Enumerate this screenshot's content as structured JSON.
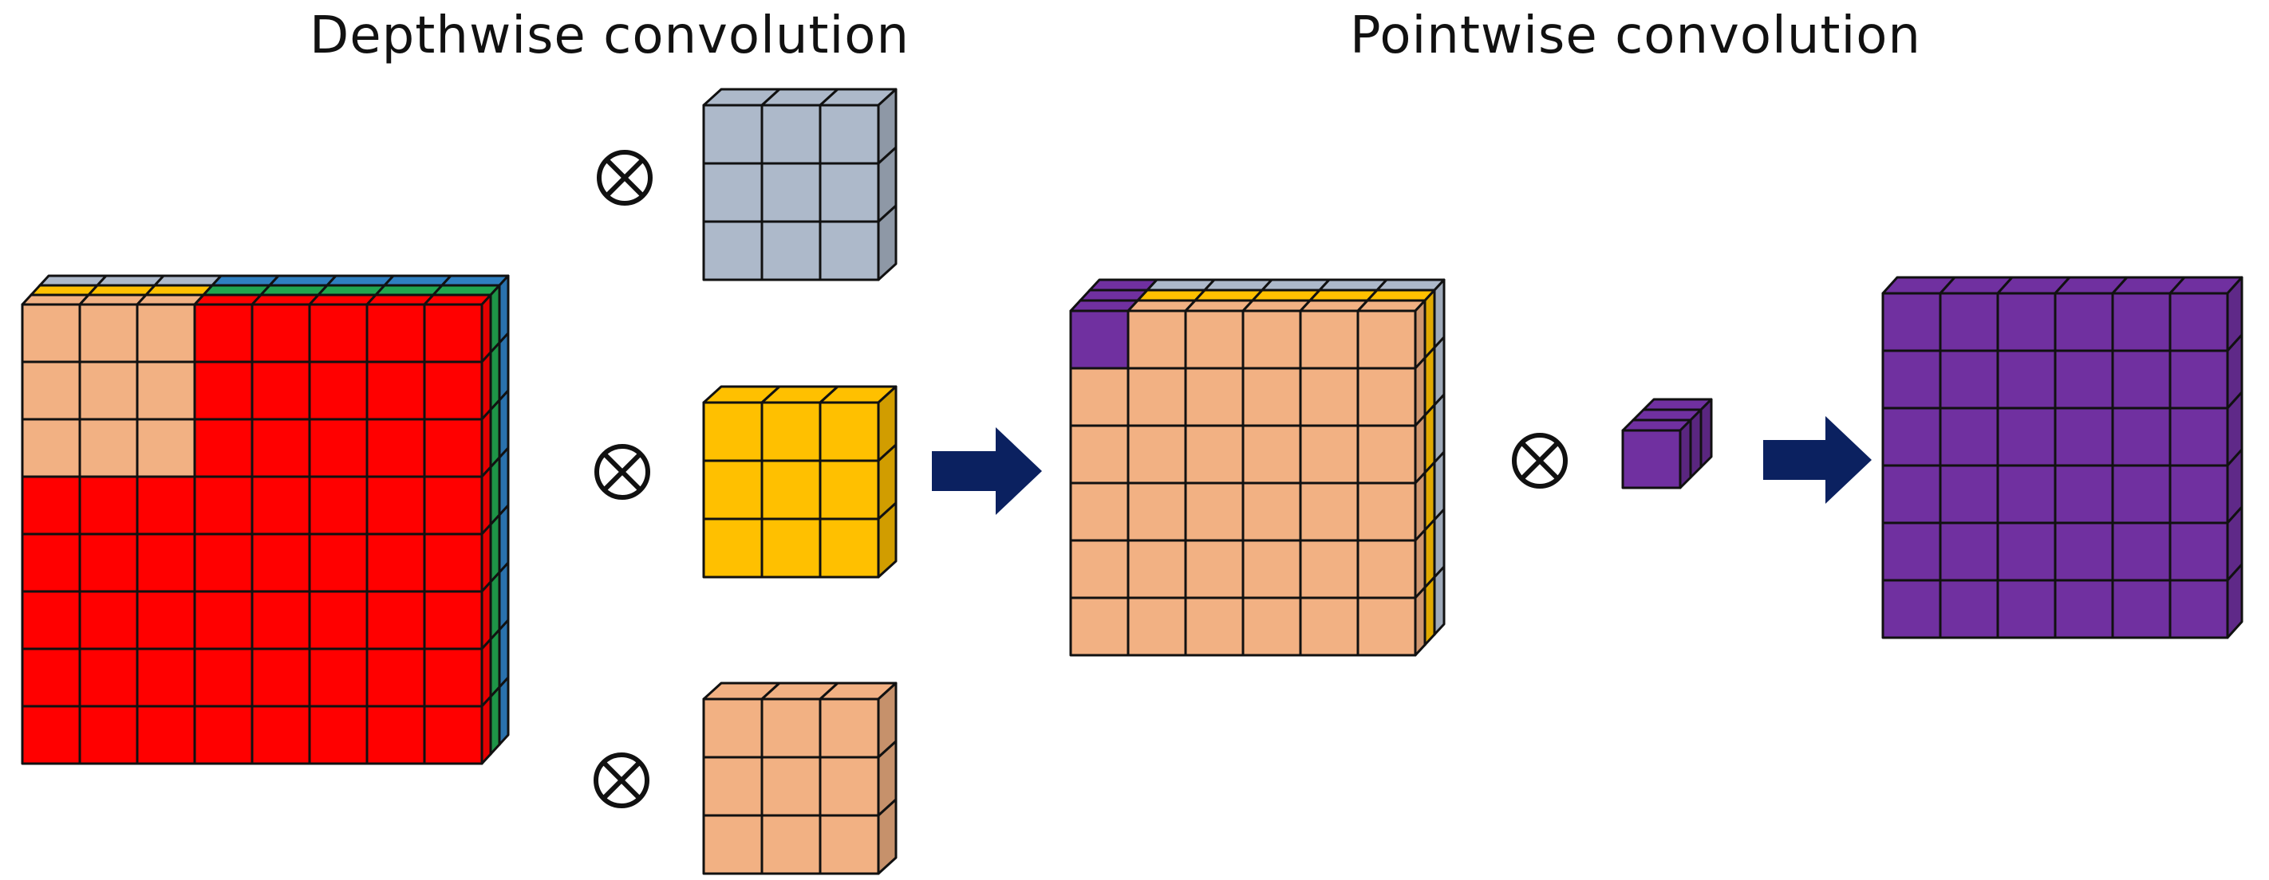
{
  "titles": {
    "depthwise": "Depthwise convolution",
    "pointwise": "Pointwise convolution"
  },
  "symbols": {
    "convolve": "⊗"
  },
  "colors": {
    "grid_line": "#111111",
    "arrow": "#0B2160",
    "red": "#FF0000",
    "peach": "#F2B183",
    "gold": "#FFC000",
    "green": "#21A54F",
    "blue": "#2F7FC0",
    "gray": "#ADB9CA",
    "purple": "#7030A0"
  },
  "input_volume": {
    "rows": 8,
    "cols": 8,
    "channels": [
      "red",
      "green",
      "blue"
    ],
    "highlight_color": "peach",
    "highlight_size": 3
  },
  "depthwise_kernels": [
    {
      "color": "gray",
      "size": 3
    },
    {
      "color": "gold",
      "size": 3
    },
    {
      "color": "peach",
      "size": 3
    }
  ],
  "intermediate_volume": {
    "rows": 6,
    "cols": 6,
    "channels": [
      "peach",
      "gold",
      "gray"
    ],
    "highlight_color": "purple",
    "highlight_size": 1
  },
  "pointwise_kernel": {
    "color": "purple",
    "depth": 3
  },
  "output_volume": {
    "rows": 6,
    "cols": 6,
    "color": "purple"
  }
}
